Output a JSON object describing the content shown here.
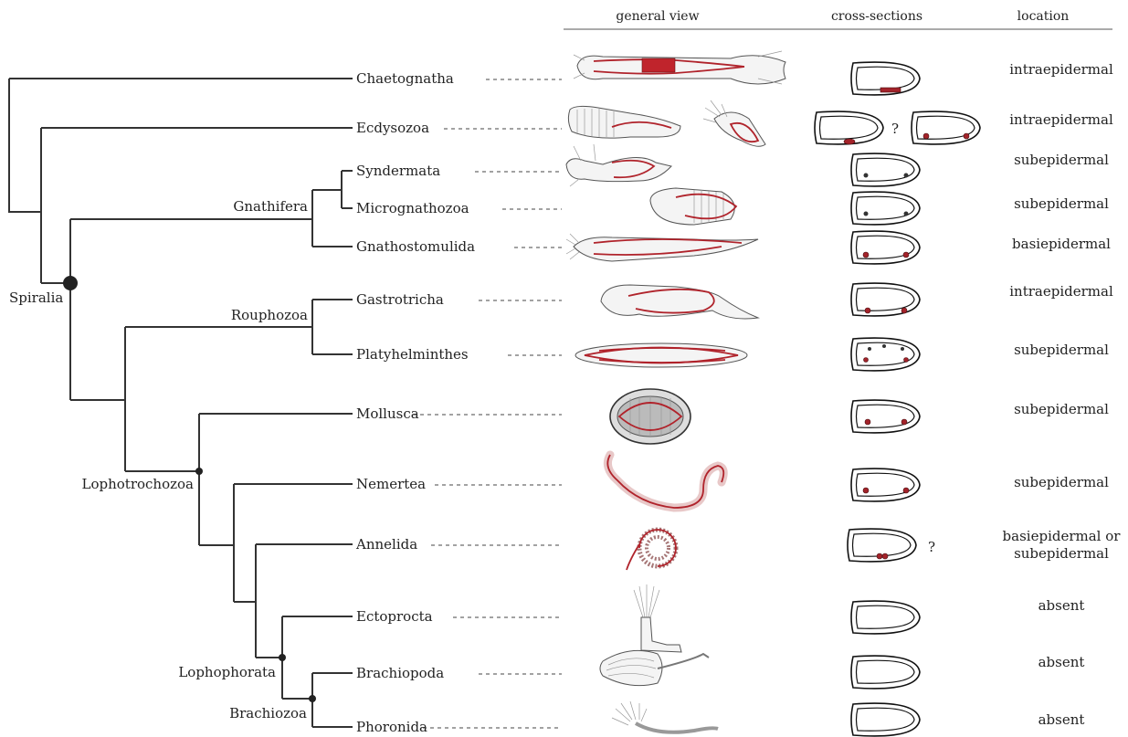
{
  "headers": {
    "general_view": "general view",
    "cross_sections": "cross-sections",
    "location": "location"
  },
  "nodes": {
    "spiralia": "Spiralia",
    "gnathifera": "Gnathifera",
    "rouphozoa": "Rouphozoa",
    "lophotrochozoa": "Lophotrochozoa",
    "lophophorata": "Lophophorata",
    "brachiozoa": "Brachiozoa"
  },
  "taxa": [
    {
      "name": "Chaetognatha",
      "location": "intraepidermal"
    },
    {
      "name": "Ecdysozoa",
      "location": "intraepidermal"
    },
    {
      "name": "Syndermata",
      "location": "subepidermal"
    },
    {
      "name": "Micrognathozoa",
      "location": "subepidermal"
    },
    {
      "name": "Gnathostomulida",
      "location": "basiepidermal"
    },
    {
      "name": "Gastrotricha",
      "location": "intraepidermal"
    },
    {
      "name": "Platyhelminthes",
      "location": "subepidermal"
    },
    {
      "name": "Mollusca",
      "location": "subepidermal"
    },
    {
      "name": "Nemertea",
      "location": "subepidermal"
    },
    {
      "name": "Annelida",
      "location": "basiepidermal or",
      "location_line2": "subepidermal"
    },
    {
      "name": "Ectoprocta",
      "location": "absent"
    },
    {
      "name": "Brachiopoda",
      "location": "absent"
    },
    {
      "name": "Phoronida",
      "location": "absent"
    }
  ],
  "uncertain_marks": {
    "ecdysozoa": "?",
    "annelida": "?"
  },
  "colors": {
    "nerve": "#a3232a",
    "tree": "#333333",
    "outline": "#111111"
  }
}
